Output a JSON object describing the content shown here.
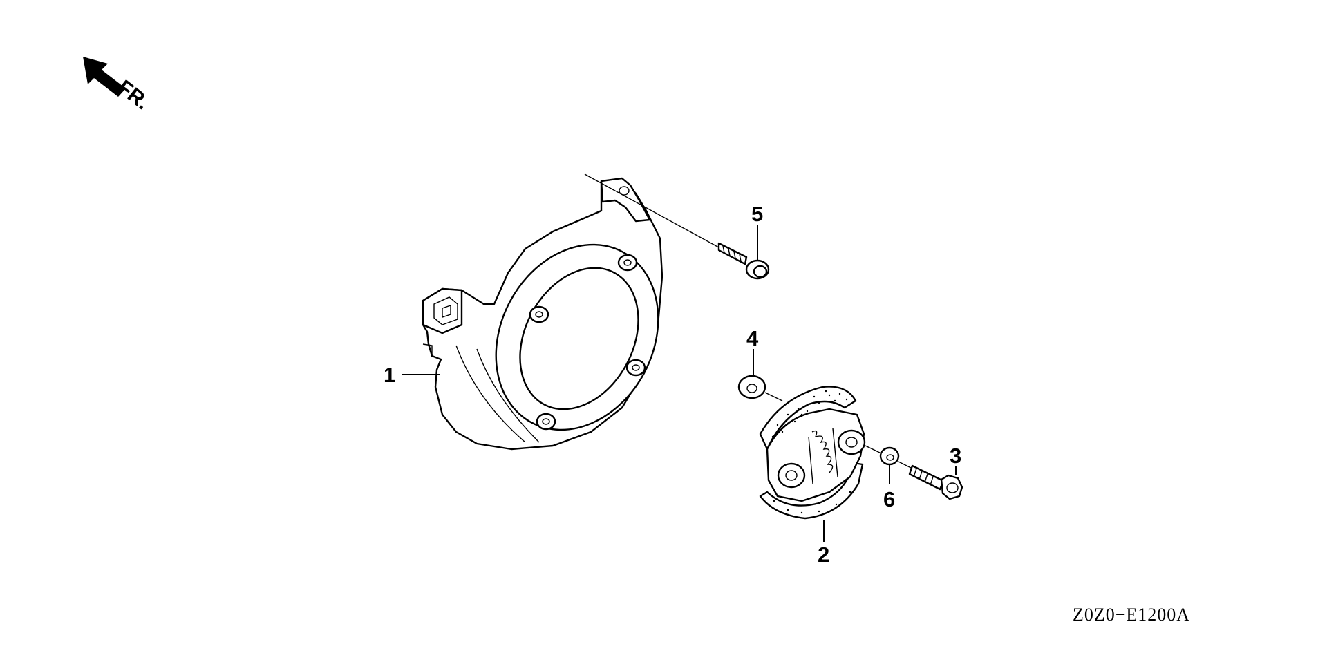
{
  "direction_label": "FR.",
  "drawing_code": "Z0Z0−E1200A",
  "callouts": [
    {
      "id": 1,
      "label": "1"
    },
    {
      "id": 2,
      "label": "2"
    },
    {
      "id": 3,
      "label": "3"
    },
    {
      "id": 4,
      "label": "4"
    },
    {
      "id": 5,
      "label": "5"
    },
    {
      "id": 6,
      "label": "6"
    }
  ],
  "icons": {
    "direction": "front-arrow-icon"
  },
  "colors": {
    "ink": "#000000",
    "paper": "#ffffff"
  }
}
